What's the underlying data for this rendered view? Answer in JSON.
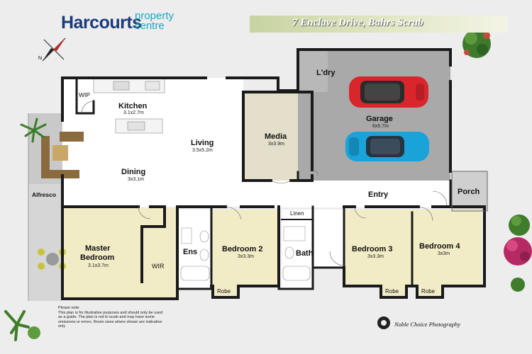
{
  "brand": {
    "name": "Harcourts",
    "sub_line1": "property",
    "sub_line2": "centre"
  },
  "address": "7 Enclave Drive, Bahrs Scrub",
  "compass": {
    "label": "N"
  },
  "rooms": {
    "kitchen": {
      "name": "Kitchen",
      "dim": "3.1x2.7m"
    },
    "wip": {
      "name": "WIP"
    },
    "living": {
      "name": "Living",
      "dim": "3.5x5.2m"
    },
    "media": {
      "name": "Media",
      "dim": "3x3.9m"
    },
    "laundry": {
      "name": "L'dry"
    },
    "garage": {
      "name": "Garage",
      "dim": "6x5.7m"
    },
    "dining": {
      "name": "Dining",
      "dim": "3x3.1m"
    },
    "alfresco": {
      "name": "Alfresco"
    },
    "entry": {
      "name": "Entry"
    },
    "porch": {
      "name": "Porch"
    },
    "master": {
      "name_line1": "Master",
      "name_line2": "Bedroom",
      "dim": "3.1x3.7m"
    },
    "wir": {
      "name": "WIR"
    },
    "ensuite": {
      "name": "Ens"
    },
    "bedroom2": {
      "name": "Bedroom 2",
      "dim": "3x3.3m"
    },
    "linen": {
      "name": "Linen"
    },
    "bath": {
      "name": "Bath"
    },
    "bedroom3": {
      "name": "Bedroom 3",
      "dim": "3x3.3m"
    },
    "bedroom4": {
      "name": "Bedroom 4",
      "dim": "3x3m"
    },
    "robe_b2": {
      "name": "Robe"
    },
    "robe_b3": {
      "name": "Robe"
    },
    "robe_b4": {
      "name": "Robe"
    }
  },
  "note": {
    "heading": "Please note:",
    "body": "This plan is for illustrative purposes and should only be used as a guide. The plan is not to scale and may have some omissions or errors. Room sizes where shown are indicative only"
  },
  "photo_credit": "Noble Choice Photography",
  "colors": {
    "brand_navy": "#1a3a7a",
    "brand_teal": "#17a8c8",
    "wall": "#1a1a1a",
    "bedroom_floor": "#f2ecc6",
    "wet_floor": "#ffffff",
    "main_floor": "#ffffff",
    "media_floor": "#e3dfca",
    "garage_floor": "#a9a9a9",
    "porch_floor": "#cfcfcf",
    "red_car": "#d8262c",
    "blue_car": "#1aa3d9"
  }
}
